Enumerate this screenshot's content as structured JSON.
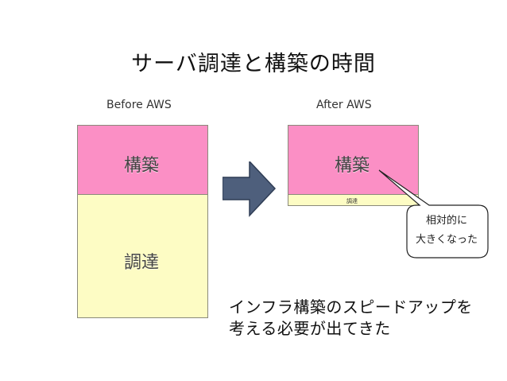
{
  "title": "サーバ調達と構築の時間",
  "before": {
    "label": "Before AWS",
    "build_label": "構築",
    "procure_label": "調達"
  },
  "after": {
    "label": "After AWS",
    "build_label": "構築",
    "procure_label": "調達"
  },
  "callout": {
    "line1": "相対的に",
    "line2": "大きくなった"
  },
  "conclusion": {
    "line1": "インフラ構築のスピードアップを",
    "line2": "考える必要が出てきた"
  },
  "colors": {
    "build": "#fb8fc5",
    "procure": "#fdfcc4",
    "arrow": "#4e5f7c"
  }
}
